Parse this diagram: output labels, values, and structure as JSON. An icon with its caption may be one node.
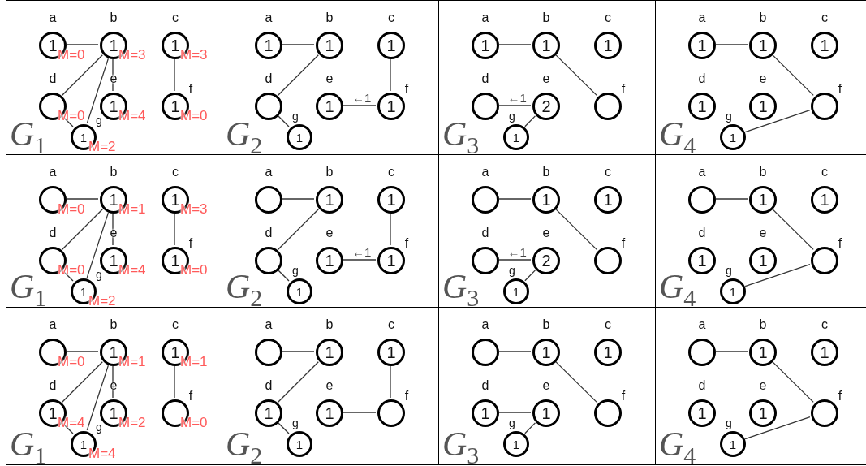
{
  "diagram": {
    "nodes": [
      {
        "text": [
          "G$_{1}$"
        ]
      },
      {
        "text": [
          "1"
        ],
        "beside": [
          "a",
          "M=0"
        ],
        "in": 0
      },
      {
        "text": [
          "1"
        ],
        "beside": [
          "b",
          "M=3"
        ],
        "in": 0
      },
      {
        "text": [
          "1"
        ],
        "beside": [
          "c",
          "M=3"
        ],
        "in": 0
      },
      {
        "text": [],
        "shape": "circle",
        "beside": [
          "d",
          "M=0"
        ],
        "in": 0
      },
      {
        "text": [
          "1"
        ],
        "beside": [
          "e",
          "M=4"
        ],
        "in": 0
      },
      {
        "text": [
          "1"
        ],
        "beside": [
          "f",
          "M=0"
        ],
        "in": 0
      },
      {
        "text": [
          "1"
        ],
        "beside": [
          "g",
          "M=2"
        ],
        "in": 0
      },
      {
        "text": [
          "G$_{2}$"
        ]
      },
      {
        "text": [
          "1"
        ],
        "beside": [
          "a"
        ],
        "in": 8
      },
      {
        "text": [
          "1"
        ],
        "beside": [
          "b"
        ],
        "in": 8
      },
      {
        "text": [
          "1"
        ],
        "beside": [
          "c"
        ],
        "in": 8
      },
      {
        "text": [],
        "shape": "circle",
        "beside": [
          "d"
        ],
        "in": 8
      },
      {
        "text": [
          "1"
        ],
        "beside": [
          "e"
        ],
        "in": 8
      },
      {
        "text": [
          "1"
        ],
        "beside": [
          "f"
        ],
        "in": 8
      },
      {
        "text": [
          "1"
        ],
        "beside": [
          "g"
        ],
        "in": 8
      },
      {
        "text": [
          "G$_{3}$"
        ]
      },
      {
        "text": [
          "1"
        ],
        "beside": [
          "a"
        ],
        "in": 16
      },
      {
        "text": [
          "1"
        ],
        "beside": [
          "b"
        ],
        "in": 16
      },
      {
        "text": [
          "1"
        ],
        "beside": [
          "c"
        ],
        "in": 16
      },
      {
        "text": [],
        "shape": "circle",
        "beside": [
          "d"
        ],
        "in": 16
      },
      {
        "text": [
          "2"
        ],
        "beside": [
          "e"
        ],
        "in": 16
      },
      {
        "text": [],
        "shape": "circle",
        "beside": [
          "f"
        ],
        "in": 16
      },
      {
        "text": [
          "1"
        ],
        "beside": [
          "g"
        ],
        "in": 16
      },
      {
        "text": [
          "G$_{4}$"
        ]
      },
      {
        "text": [
          "1"
        ],
        "beside": [
          "a"
        ],
        "in": 24
      },
      {
        "text": [
          "1"
        ],
        "beside": [
          "b"
        ],
        "in": 24
      },
      {
        "text": [
          "1"
        ],
        "beside": [
          "c"
        ],
        "in": 24
      },
      {
        "text": [
          "1"
        ],
        "beside": [
          "d"
        ],
        "in": 24
      },
      {
        "text": [
          "1"
        ],
        "beside": [
          "e"
        ],
        "in": 24
      },
      {
        "text": [],
        "shape": "circle",
        "beside": [
          "f"
        ],
        "in": 24
      },
      {
        "text": [
          "1"
        ],
        "beside": [
          "g"
        ],
        "in": 24
      },
      {
        "text": [
          "G$_{1}$"
        ]
      },
      {
        "text": [],
        "shape": "circle",
        "beside": [
          "a",
          "M=0"
        ],
        "in": 32
      },
      {
        "text": [
          "1"
        ],
        "beside": [
          "b",
          "M=1"
        ],
        "in": 32
      },
      {
        "text": [
          "1"
        ],
        "beside": [
          "c",
          "M=3"
        ],
        "in": 32
      },
      {
        "text": [],
        "shape": "circle",
        "beside": [
          "d",
          "M=0"
        ],
        "in": 32
      },
      {
        "text": [
          "1"
        ],
        "beside": [
          "e",
          "M=4"
        ],
        "in": 32
      },
      {
        "text": [
          "1"
        ],
        "beside": [
          "f",
          "M=0"
        ],
        "in": 32
      },
      {
        "text": [
          "1"
        ],
        "beside": [
          "g",
          "M=2"
        ],
        "in": 32
      },
      {
        "text": [
          "G$_{2}$"
        ]
      },
      {
        "text": [],
        "shape": "circle",
        "beside": [
          "a"
        ],
        "in": 40
      },
      {
        "text": [
          "1"
        ],
        "beside": [
          "b"
        ],
        "in": 40
      },
      {
        "text": [
          "1"
        ],
        "beside": [
          "c"
        ],
        "in": 40
      },
      {
        "text": [],
        "shape": "circle",
        "beside": [
          "d"
        ],
        "in": 40
      },
      {
        "text": [
          "1"
        ],
        "beside": [
          "e"
        ],
        "in": 40
      },
      {
        "text": [
          "1"
        ],
        "beside": [
          "f"
        ],
        "in": 40
      },
      {
        "text": [
          "1"
        ],
        "beside": [
          "g"
        ],
        "in": 40
      },
      {
        "text": [
          "G$_{3}$"
        ]
      },
      {
        "text": [],
        "shape": "circle",
        "beside": [
          "a"
        ],
        "in": 48
      },
      {
        "text": [
          "1"
        ],
        "beside": [
          "b"
        ],
        "in": 48
      },
      {
        "text": [
          "1"
        ],
        "beside": [
          "c"
        ],
        "in": 48
      },
      {
        "text": [],
        "shape": "circle",
        "beside": [
          "d"
        ],
        "in": 48
      },
      {
        "text": [
          "2"
        ],
        "beside": [
          "e"
        ],
        "in": 48
      },
      {
        "text": [],
        "shape": "circle",
        "beside": [
          "f"
        ],
        "in": 48
      },
      {
        "text": [
          "1"
        ],
        "beside": [
          "g"
        ],
        "in": 48
      },
      {
        "text": [
          "G$_{4}$"
        ]
      },
      {
        "text": [],
        "shape": "circle",
        "beside": [
          "a"
        ],
        "in": 56
      },
      {
        "text": [
          "1"
        ],
        "beside": [
          "b"
        ],
        "in": 56
      },
      {
        "text": [
          "1"
        ],
        "beside": [
          "c"
        ],
        "in": 56
      },
      {
        "text": [
          "1"
        ],
        "beside": [
          "d"
        ],
        "in": 56
      },
      {
        "text": [
          "1"
        ],
        "beside": [
          "e"
        ],
        "in": 56
      },
      {
        "text": [],
        "shape": "circle",
        "beside": [
          "f"
        ],
        "in": 56
      },
      {
        "text": [
          "1"
        ],
        "beside": [
          "g"
        ],
        "in": 56
      },
      {
        "text": [
          "G$_{1}$"
        ]
      },
      {
        "text": [],
        "shape": "circle",
        "beside": [
          "a",
          "M=0"
        ],
        "in": 64
      },
      {
        "text": [
          "1"
        ],
        "beside": [
          "b",
          "M=1"
        ],
        "in": 64
      },
      {
        "text": [
          "1"
        ],
        "beside": [
          "c",
          "M=1"
        ],
        "in": 64
      },
      {
        "text": [
          "1"
        ],
        "beside": [
          "d",
          "M=4"
        ],
        "in": 64
      },
      {
        "text": [
          "1"
        ],
        "beside": [
          "e",
          "M=2"
        ],
        "in": 64
      },
      {
        "text": [],
        "shape": "circle",
        "beside": [
          "f",
          "M=0"
        ],
        "in": 64
      },
      {
        "text": [
          "1"
        ],
        "beside": [
          "g",
          "M=4"
        ],
        "in": 64
      },
      {
        "text": [
          "G$_{2}$"
        ]
      },
      {
        "text": [],
        "shape": "circle",
        "beside": [
          "a"
        ],
        "in": 72
      },
      {
        "text": [
          "1"
        ],
        "beside": [
          "b"
        ],
        "in": 72
      },
      {
        "text": [
          "1"
        ],
        "beside": [
          "c"
        ],
        "in": 72
      },
      {
        "text": [
          "1"
        ],
        "beside": [
          "d"
        ],
        "in": 72
      },
      {
        "text": [
          "1"
        ],
        "beside": [
          "e"
        ],
        "in": 72
      },
      {
        "text": [],
        "shape": "circle",
        "beside": [
          "f"
        ],
        "in": 72
      },
      {
        "text": [
          "1"
        ],
        "beside": [
          "g"
        ],
        "in": 72
      },
      {
        "text": [
          "G$_{3}$"
        ]
      },
      {
        "text": [],
        "shape": "circle",
        "beside": [
          "a"
        ],
        "in": 80
      },
      {
        "text": [
          "1"
        ],
        "beside": [
          "b"
        ],
        "in": 80
      },
      {
        "text": [
          "1"
        ],
        "beside": [
          "c"
        ],
        "in": 80
      },
      {
        "text": [
          "1"
        ],
        "beside": [
          "d"
        ],
        "in": 80
      },
      {
        "text": [
          "1"
        ],
        "beside": [
          "e"
        ],
        "in": 80
      },
      {
        "text": [],
        "shape": "circle",
        "beside": [
          "f"
        ],
        "in": 80
      },
      {
        "text": [
          "1"
        ],
        "beside": [
          "g"
        ],
        "in": 80
      },
      {
        "text": [
          "G$_{4}$"
        ]
      },
      {
        "text": [],
        "shape": "circle",
        "beside": [
          "a"
        ],
        "in": 88
      },
      {
        "text": [
          "1"
        ],
        "beside": [
          "b"
        ],
        "in": 88
      },
      {
        "text": [
          "1"
        ],
        "beside": [
          "c"
        ],
        "in": 88
      },
      {
        "text": [
          "1"
        ],
        "beside": [
          "d"
        ],
        "in": 88
      },
      {
        "text": [
          "1"
        ],
        "beside": [
          "e"
        ],
        "in": 88
      },
      {
        "text": [],
        "shape": "circle",
        "beside": [
          "f"
        ],
        "in": 88
      },
      {
        "text": [
          "1"
        ],
        "beside": [
          "g"
        ],
        "in": 88
      }
    ],
    "edges": [
      {
        "from": 1,
        "to": 2,
        "arrow": "none"
      },
      {
        "from": 2,
        "to": 4,
        "arrow": "none"
      },
      {
        "from": 2,
        "to": 5,
        "arrow": "none"
      },
      {
        "from": 2,
        "to": 7,
        "arrow": "none"
      },
      {
        "from": 4,
        "to": 7,
        "arrow": "none"
      },
      {
        "from": 3,
        "to": 6,
        "arrow": "none"
      },
      {
        "from": 9,
        "to": 10,
        "arrow": "none"
      },
      {
        "from": 10,
        "to": 12,
        "arrow": "none"
      },
      {
        "from": 12,
        "to": 15,
        "arrow": "none"
      },
      {
        "from": 11,
        "to": 14,
        "arrow": "none"
      },
      {
        "from": 13,
        "to": 14,
        "arrow": "none",
        "label": "←1"
      },
      {
        "from": 17,
        "to": 18,
        "arrow": "none"
      },
      {
        "from": 18,
        "to": 22,
        "arrow": "none"
      },
      {
        "from": 20,
        "to": 21,
        "arrow": "none",
        "label": "←1"
      },
      {
        "from": 21,
        "to": 23,
        "arrow": "none"
      },
      {
        "from": 25,
        "to": 26,
        "arrow": "none"
      },
      {
        "from": 26,
        "to": 30,
        "arrow": "none"
      },
      {
        "from": 30,
        "to": 31,
        "arrow": "none"
      },
      {
        "from": 33,
        "to": 34,
        "arrow": "none"
      },
      {
        "from": 34,
        "to": 36,
        "arrow": "none"
      },
      {
        "from": 34,
        "to": 37,
        "arrow": "none"
      },
      {
        "from": 34,
        "to": 39,
        "arrow": "none"
      },
      {
        "from": 36,
        "to": 39,
        "arrow": "none"
      },
      {
        "from": 35,
        "to": 38,
        "arrow": "none"
      },
      {
        "from": 41,
        "to": 42,
        "arrow": "none"
      },
      {
        "from": 42,
        "to": 44,
        "arrow": "none"
      },
      {
        "from": 44,
        "to": 47,
        "arrow": "none"
      },
      {
        "from": 43,
        "to": 46,
        "arrow": "none"
      },
      {
        "from": 45,
        "to": 46,
        "arrow": "none",
        "label": "←1"
      },
      {
        "from": 49,
        "to": 50,
        "arrow": "none"
      },
      {
        "from": 50,
        "to": 54,
        "arrow": "none"
      },
      {
        "from": 52,
        "to": 53,
        "arrow": "none",
        "label": "←1"
      },
      {
        "from": 53,
        "to": 55,
        "arrow": "none"
      },
      {
        "from": 57,
        "to": 58,
        "arrow": "none"
      },
      {
        "from": 58,
        "to": 62,
        "arrow": "none"
      },
      {
        "from": 62,
        "to": 63,
        "arrow": "none"
      },
      {
        "from": 65,
        "to": 66,
        "arrow": "none"
      },
      {
        "from": 66,
        "to": 68,
        "arrow": "none"
      },
      {
        "from": 66,
        "to": 69,
        "arrow": "none"
      },
      {
        "from": 66,
        "to": 71,
        "arrow": "none"
      },
      {
        "from": 68,
        "to": 71,
        "arrow": "none"
      },
      {
        "from": 67,
        "to": 70,
        "arrow": "none"
      },
      {
        "from": 73,
        "to": 74,
        "arrow": "none"
      },
      {
        "from": 74,
        "to": 76,
        "arrow": "none"
      },
      {
        "from": 76,
        "to": 79,
        "arrow": "none"
      },
      {
        "from": 75,
        "to": 78,
        "arrow": "none"
      },
      {
        "from": 77,
        "to": 78,
        "arrow": "none"
      },
      {
        "from": 81,
        "to": 82,
        "arrow": "none"
      },
      {
        "from": 82,
        "to": 86,
        "arrow": "none"
      },
      {
        "from": 84,
        "to": 85,
        "arrow": "none"
      },
      {
        "from": 85,
        "to": 87,
        "arrow": "none"
      },
      {
        "from": 89,
        "to": 90,
        "arrow": "none"
      },
      {
        "from": 90,
        "to": 94,
        "arrow": "none"
      },
      {
        "from": 94,
        "to": 95,
        "arrow": "none"
      }
    ]
  }
}
